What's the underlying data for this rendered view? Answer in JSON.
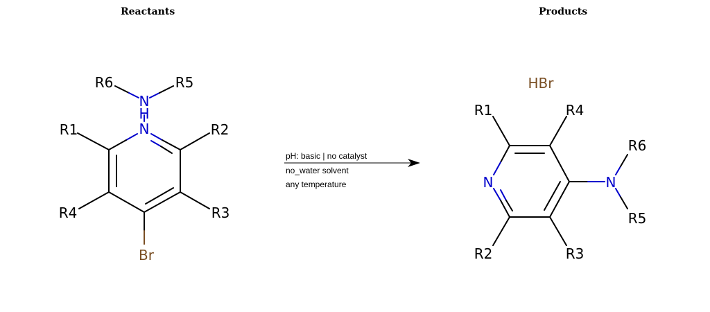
{
  "titles": {
    "reactants": "Reactants",
    "products": "Products"
  },
  "colors": {
    "carbon_bond": "#000000",
    "nitrogen": "#0000CC",
    "bromine": "#7A4F24",
    "background": "#FFFFFF"
  },
  "reactant": {
    "atoms": {
      "r6": "R6",
      "r5": "R5",
      "n_upper": "N",
      "h": "H",
      "n_ring": "N",
      "r1": "R1",
      "r2": "R2",
      "r4": "R4",
      "r3": "R3",
      "br": "Br"
    }
  },
  "reaction": {
    "conditions": [
      "pH: basic | no catalyst",
      "no_water solvent",
      "any temperature"
    ]
  },
  "product": {
    "byproduct": "HBr",
    "atoms": {
      "r1": "R1",
      "r4": "R4",
      "r6": "R6",
      "n_ring": "N",
      "n_amine": "N",
      "r5": "R5",
      "r2": "R2",
      "r3": "R3"
    }
  }
}
